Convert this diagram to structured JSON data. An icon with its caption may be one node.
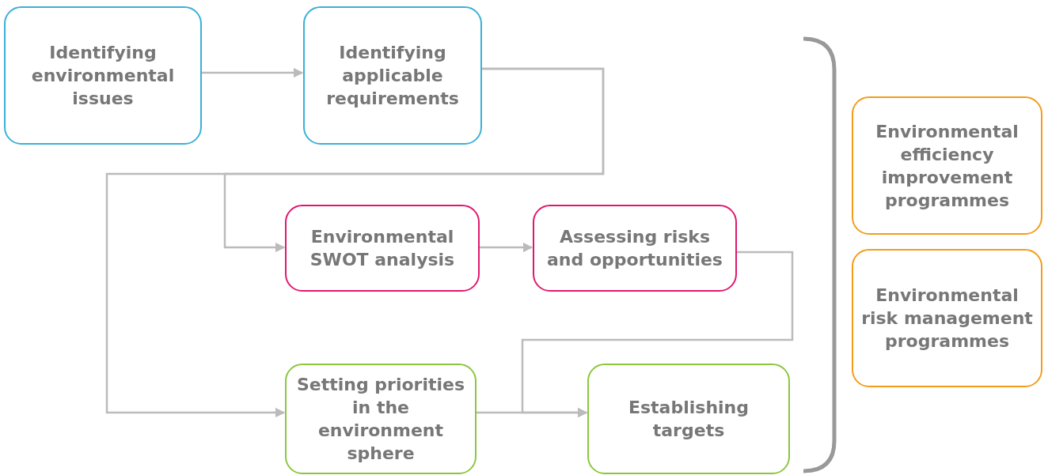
{
  "diagram": {
    "nodes": [
      {
        "text": [
          "Identifying environmental issues"
        ]
      },
      {
        "text": [
          "Identifying applicable requirements"
        ]
      },
      {
        "text": [
          "Environmental SWOT analysis"
        ]
      },
      {
        "text": [
          "Assessing risks and opportunities"
        ]
      },
      {
        "text": [
          "Setting priorities in the environment sphere"
        ]
      },
      {
        "text": [
          "Establishing targets"
        ]
      },
      {
        "text": [
          "Environmental efficiency improvement programmes"
        ]
      },
      {
        "text": [
          "Environmental risk management programmes"
        ]
      }
    ],
    "edges": [
      {
        "from": 0,
        "to": 1,
        "arrow": "to"
      },
      {
        "from": 1,
        "to": 2,
        "arrow": "to"
      },
      {
        "from": 1,
        "to": 4,
        "arrow": "to"
      },
      {
        "from": 2,
        "to": 3,
        "arrow": "to"
      },
      {
        "from": 3,
        "to": 5,
        "arrow": "to"
      },
      {
        "from": 4,
        "to": 5,
        "arrow": "to"
      }
    ]
  }
}
